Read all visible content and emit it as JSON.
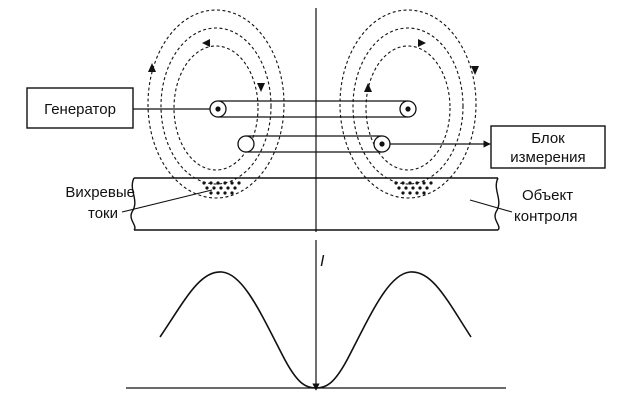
{
  "labels": {
    "generator": "Генератор",
    "measurement_block_line1": "Блок",
    "measurement_block_line2": "измерения",
    "eddy_currents_line1": "Вихревые",
    "eddy_currents_line2": "токи",
    "test_object_line1": "Объект",
    "test_object_line2": "контроля",
    "current_axis": "I"
  },
  "colors": {
    "ink": "#111111",
    "background": "#ffffff"
  }
}
